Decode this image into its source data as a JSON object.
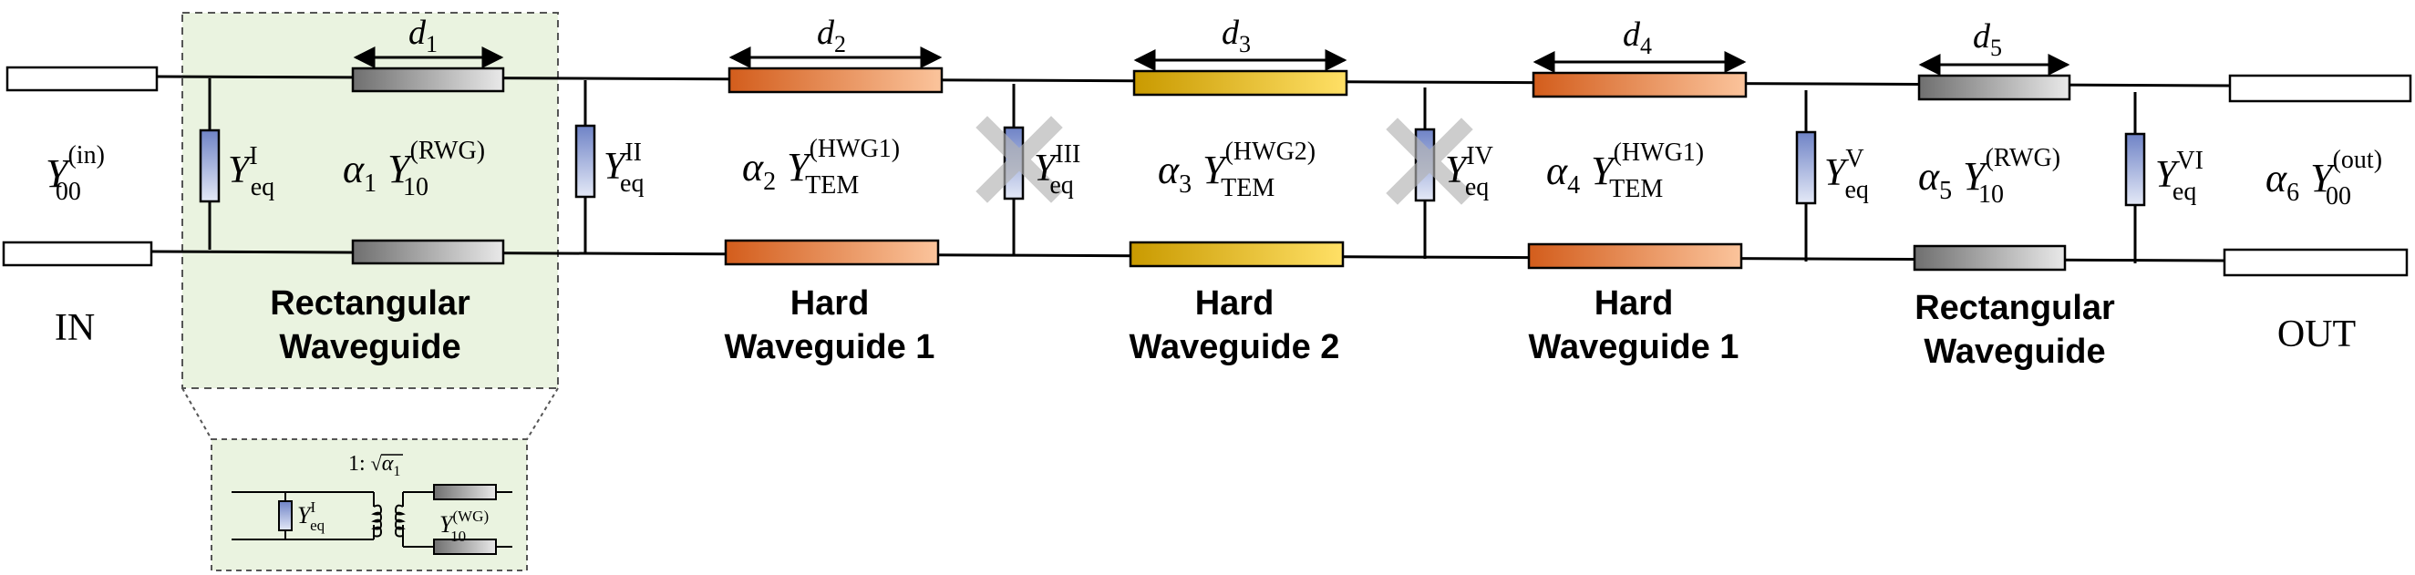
{
  "colors": {
    "rwg": "#a6a6a6",
    "hwg1": "#ed7d31",
    "hwg2": "#cc9f00",
    "shunt": "#9aa9d8",
    "highlight": "#eaf3e0"
  },
  "ports": {
    "in": "IN",
    "out": "OUT"
  },
  "lengths": [
    "d",
    "1",
    "d",
    "2",
    "d",
    "3",
    "d",
    "4",
    "d",
    "5"
  ],
  "sections": {
    "s1": {
      "l1": "Rectangular",
      "l2": "Waveguide"
    },
    "s2": {
      "l1": "Hard",
      "l2": "Waveguide 1"
    },
    "s3": {
      "l1": "Hard",
      "l2": "Waveguide 2"
    },
    "s4": {
      "l1": "Hard",
      "l2": "Waveguide 1"
    },
    "s5": {
      "l1": "Rectangular",
      "l2": "Waveguide"
    }
  },
  "labels": {
    "y_in": {
      "Y": "Y",
      "sub": "00",
      "sup": "(in)"
    },
    "line1": {
      "a": "α",
      "an": "1",
      "Y": "Y",
      "sub": "10",
      "sup": "(RWG)"
    },
    "line2": {
      "a": "α",
      "an": "2",
      "Y": "Y",
      "sub": "TEM",
      "sup": "(HWG1)"
    },
    "line3": {
      "a": "α",
      "an": "3",
      "Y": "Y",
      "sub": "TEM",
      "sup": "(HWG2)"
    },
    "line4": {
      "a": "α",
      "an": "4",
      "Y": "Y",
      "sub": "TEM",
      "sup": "(HWG1)"
    },
    "line5": {
      "a": "α",
      "an": "5",
      "Y": "Y",
      "sub": "10",
      "sup": "(RWG)"
    },
    "line6": {
      "a": "α",
      "an": "6",
      "Y": "Y",
      "sub": "00",
      "sup": "(out)"
    },
    "sh1": {
      "Y": "Y",
      "sub": "eq",
      "sup": "I"
    },
    "sh2": {
      "Y": "Y",
      "sub": "eq",
      "sup": "II"
    },
    "sh3": {
      "Y": "Y",
      "sub": "eq",
      "sup": "III"
    },
    "sh4": {
      "Y": "Y",
      "sub": "eq",
      "sup": "IV"
    },
    "sh5": {
      "Y": "Y",
      "sub": "eq",
      "sup": "V"
    },
    "sh6": {
      "Y": "Y",
      "sub": "eq",
      "sup": "VI"
    }
  },
  "inset": {
    "ratio_prefix": "1: ",
    "ratio_sym": "α",
    "ratio_sub": "1",
    "yeq": {
      "Y": "Y",
      "sub": "eq",
      "sup": "I"
    },
    "ywg": {
      "Y": "Y",
      "sub": "10",
      "sup": "(WG)"
    }
  }
}
